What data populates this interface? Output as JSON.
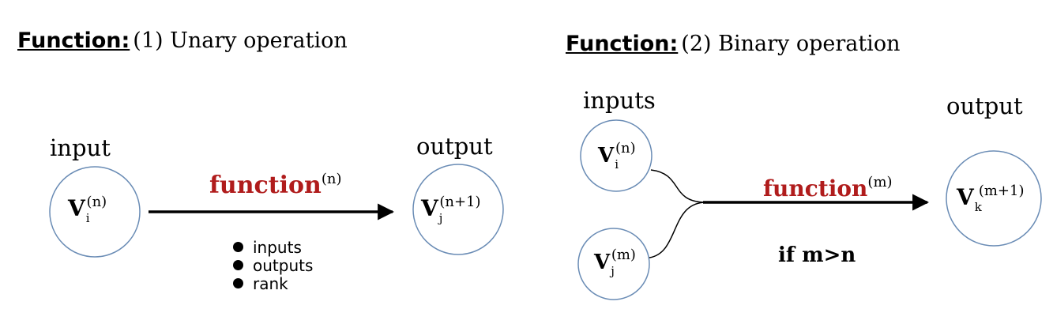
{
  "left": {
    "heading_bold": "Function:",
    "heading_rest": "(1) Unary operation",
    "input_label": "input",
    "output_label": "output",
    "function_label": "function",
    "function_sup": "(n)",
    "input_node": {
      "base": "V",
      "sub": "i",
      "sup": "(n)"
    },
    "output_node": {
      "base": "V",
      "sub": "j",
      "sup": "(n+1)"
    },
    "bullets": [
      "inputs",
      "outputs",
      "rank"
    ]
  },
  "right": {
    "heading_bold": "Function:",
    "heading_rest": "(2) Binary operation",
    "inputs_label": "inputs",
    "output_label": "output",
    "function_label": "function",
    "function_sup": "(m)",
    "input_node_1": {
      "base": "V",
      "sub": "i",
      "sup": "(n)"
    },
    "input_node_2": {
      "base": "V",
      "sub": "j",
      "sup": "(m)"
    },
    "output_node": {
      "base": "V",
      "sub": "k",
      "sup": "(m+1)"
    },
    "condition": "if m>n"
  },
  "colors": {
    "function_text": "#b01c1c",
    "node_stroke": "#6a8cb5",
    "arrow": "#000000"
  }
}
